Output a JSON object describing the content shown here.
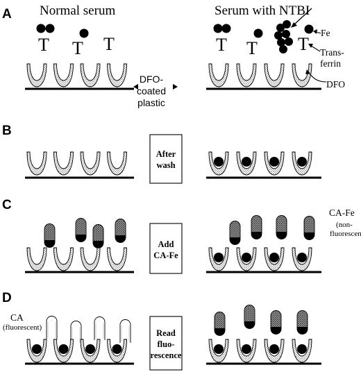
{
  "headers": {
    "left": "Normal serum",
    "right": "Serum with NTBI"
  },
  "panels": {
    "a": "A",
    "b": "B",
    "c": "C",
    "d": "D"
  },
  "labels": {
    "fe": "Fe",
    "transferrin_1": "Trans-",
    "transferrin_2": "ferrin",
    "dfo": "DFO",
    "dfo_coated_1": "DFO-",
    "dfo_coated_2": "coated",
    "dfo_coated_3": "plastic",
    "transferrin_glyph": "T",
    "ca_fe": "CA-Fe",
    "ca_fe_note_1": "(non-",
    "ca_fe_note_2": "fluorescent)",
    "ca": "CA",
    "ca_note": "(fluorescent)"
  },
  "steps": {
    "b_1": "After",
    "b_2": "wash",
    "c_1": "Add",
    "c_2": "CA-Fe",
    "d_1": "Read",
    "d_2": "fluo-",
    "d_3": "rescence"
  }
}
